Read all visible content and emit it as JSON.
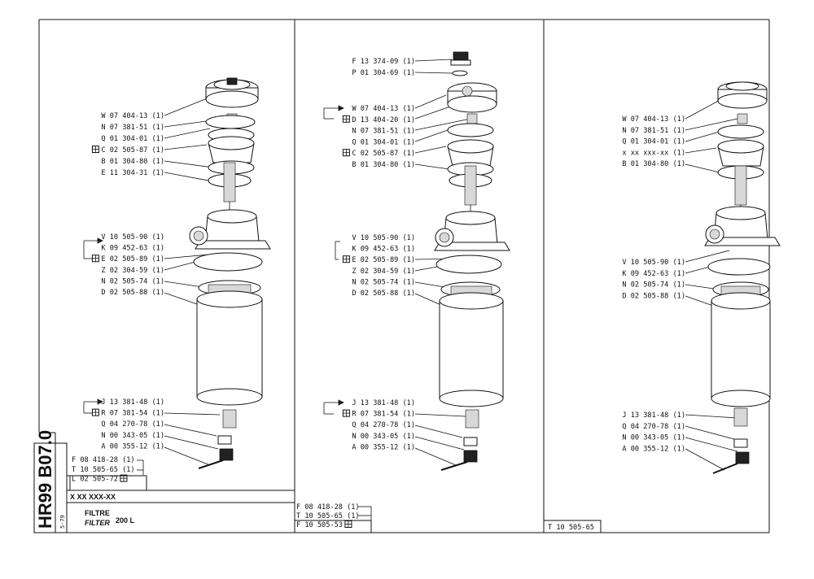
{
  "sheet": {
    "code_vertical": "HR99 B07.0",
    "date": "5-79",
    "ref": "X XX XXX-XX",
    "title_fr": "FILTRE",
    "title_en": "FILTER",
    "size": "200 L"
  },
  "panel1": {
    "upper": [
      {
        "mark": "",
        "text": "W 07 404-13 (1)"
      },
      {
        "mark": "",
        "text": "N 07 381-51 (1)"
      },
      {
        "mark": "",
        "text": "Q 01 304-01 (1)"
      },
      {
        "mark": "box",
        "text": "C 02 505-87 (1)"
      },
      {
        "mark": "",
        "text": "B 01 304-80 (1)"
      },
      {
        "mark": "",
        "text": "E 11 304-31 (1)"
      }
    ],
    "middle": [
      {
        "mark": "",
        "text": "V 10 505-90 (1)"
      },
      {
        "mark": "",
        "text": "K 09 452-63 (1)"
      },
      {
        "mark": "box",
        "text": "E 02 505-89 (1)"
      },
      {
        "mark": "",
        "text": "Z 02 304-59 (1)"
      },
      {
        "mark": "",
        "text": "N 02 505-74 (1)"
      },
      {
        "mark": "",
        "text": "D 02 505-88 (1)"
      }
    ],
    "lower": [
      {
        "mark": "",
        "text": "J 13 381-48 (1)"
      },
      {
        "mark": "box",
        "text": "R 07 381-54 (1)"
      },
      {
        "mark": "",
        "text": "Q 04 270-78 (1)"
      },
      {
        "mark": "",
        "text": "N 00 343-05 (1)"
      },
      {
        "mark": "",
        "text": "A 00 355-12 (1)"
      }
    ],
    "kit": [
      {
        "mark": "",
        "text": "F 08 418-28 (1)"
      },
      {
        "mark": "",
        "text": "T 10 505-65 (1)"
      },
      {
        "mark": "box",
        "text": "L 02 505-72"
      }
    ]
  },
  "panel2": {
    "top": [
      {
        "mark": "",
        "text": "F 13 374-09 (1)"
      },
      {
        "mark": "",
        "text": "P 01 304-69 (1)"
      }
    ],
    "upper": [
      {
        "mark": "",
        "text": "W 07 404-13 (1)"
      },
      {
        "mark": "box",
        "text": "D 13 404-20 (1)"
      },
      {
        "mark": "",
        "text": "N 07 381-51 (1)"
      },
      {
        "mark": "",
        "text": "Q 01 304-01 (1)"
      },
      {
        "mark": "box",
        "text": "C 02 505-87 (1)"
      },
      {
        "mark": "",
        "text": "B 01 304-80 (1)"
      }
    ],
    "middle": [
      {
        "mark": "",
        "text": "V 10 505-90 (1)"
      },
      {
        "mark": "",
        "text": "K 09 452-63 (1)"
      },
      {
        "mark": "box",
        "text": "E 02 505-89 (1)"
      },
      {
        "mark": "",
        "text": "Z 02 304-59 (1)"
      },
      {
        "mark": "",
        "text": "N 02 505-74 (1)"
      },
      {
        "mark": "",
        "text": "D 02 505-88 (1)"
      }
    ],
    "lower": [
      {
        "mark": "",
        "text": "J 13 381-48 (1)"
      },
      {
        "mark": "box",
        "text": "R 07 381-54 (1)"
      },
      {
        "mark": "",
        "text": "Q 04 270-78 (1)"
      },
      {
        "mark": "",
        "text": "N 00 343-05 (1)"
      },
      {
        "mark": "",
        "text": "A 00 355-12 (1)"
      }
    ],
    "kit": [
      {
        "mark": "",
        "text": "F 08 418-28 (1)"
      },
      {
        "mark": "",
        "text": "T 10 505-65 (1)"
      },
      {
        "mark": "box",
        "text": "F 10 505-53"
      }
    ]
  },
  "panel3": {
    "upper": [
      {
        "mark": "",
        "text": "W 07 404-13 (1)"
      },
      {
        "mark": "",
        "text": "N 07 381-51 (1)"
      },
      {
        "mark": "",
        "text": "Q 01 304-01 (1)"
      },
      {
        "mark": "",
        "text": "x xx xxx-xx (1)"
      },
      {
        "mark": "",
        "text": "B 01 304-80 (1)"
      }
    ],
    "middle": [
      {
        "mark": "",
        "text": "V 10 505-90 (1)"
      },
      {
        "mark": "",
        "text": "K 09 452-63 (1)"
      },
      {
        "mark": "",
        "text": "N 02 505-74 (1)"
      },
      {
        "mark": "",
        "text": "D 02 505-88 (1)"
      }
    ],
    "lower": [
      {
        "mark": "",
        "text": "J 13 381-48 (1)"
      },
      {
        "mark": "",
        "text": "Q 04 270-78 (1)"
      },
      {
        "mark": "",
        "text": "N 00 343-05 (1)"
      },
      {
        "mark": "",
        "text": "A 00 355-12 (1)"
      }
    ],
    "footer": "T 10 505-65"
  }
}
